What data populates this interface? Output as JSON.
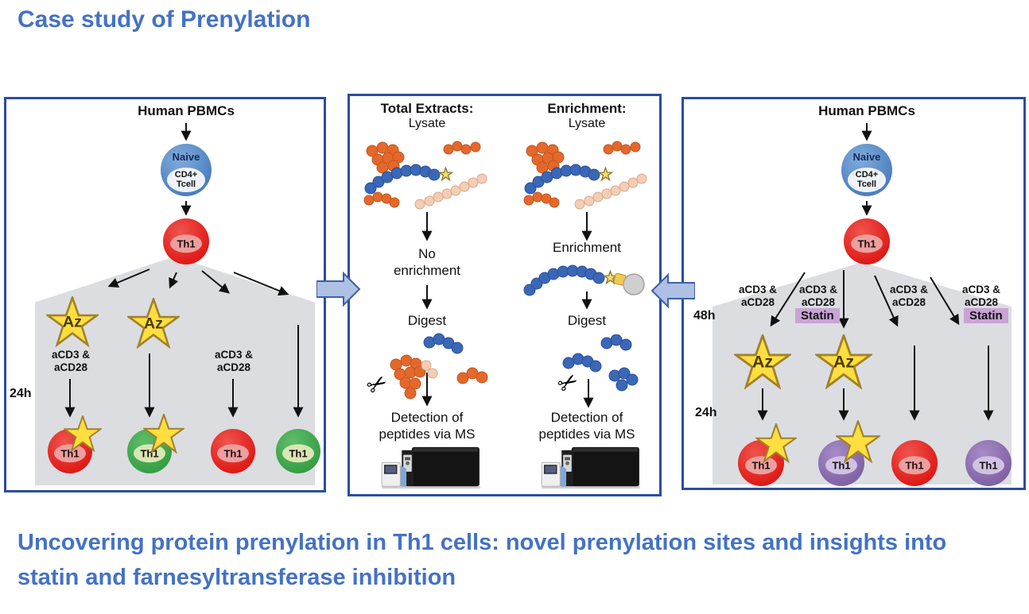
{
  "page": {
    "title": "Case study of Prenylation",
    "caption": "Uncovering protein prenylation in Th1 cells: novel prenylation sites and insights into statin and farnesyltransferase inhibition"
  },
  "colors": {
    "accent_blue": "#4472C4",
    "panel_border": "#2B4DA0",
    "gray_region": "#DBDDE1",
    "naive_blue": "#5B8CC8",
    "red_cell": "#E32421",
    "green_cell": "#3FA64F",
    "purple_cell": "#8E6CB0",
    "star_yellow": "#FFDE3F",
    "statin_bg": "#C9A3D6",
    "orange_bead": "#E4682B",
    "peach_bead": "#F4CDB4",
    "blue_bead": "#3A67B7",
    "block_arrow_fill": "#AEC0E4"
  },
  "panel_left": {
    "header": "Human PBMCs",
    "naive_title": "Naive",
    "naive_sub": "CD4+\nTcell",
    "th1_label": "Th1",
    "time_label": "24h",
    "star_label": "Az",
    "stim_label": "aCD3 &\naCD28",
    "cells": [
      {
        "label": "Th1",
        "variant": "red",
        "starred": true
      },
      {
        "label": "Th1",
        "variant": "green",
        "starred": true
      },
      {
        "label": "Th1",
        "variant": "red",
        "starred": false
      },
      {
        "label": "Th1",
        "variant": "green",
        "starred": false
      }
    ]
  },
  "panel_middle": {
    "left_column": {
      "header": "Total Extracts:",
      "sub": "Lysate",
      "step1": "No\nenrichment",
      "step2": "Digest",
      "step3": "Detection of\npeptides via MS"
    },
    "right_column": {
      "header": "Enrichment:",
      "sub": "Lysate",
      "step1": "Enrichment",
      "step2": "Digest",
      "step3": "Detection of\npeptides via MS"
    }
  },
  "panel_right": {
    "header": "Human PBMCs",
    "naive_title": "Naive",
    "naive_sub": "CD4+\nTcell",
    "th1_label": "Th1",
    "time_48": "48h",
    "time_24": "24h",
    "star_label": "Az",
    "stim_label": "aCD3 &\naCD28",
    "statin_label": "Statin",
    "cells": [
      {
        "label": "Th1",
        "variant": "red",
        "starred": true
      },
      {
        "label": "Th1",
        "variant": "purple",
        "starred": true
      },
      {
        "label": "Th1",
        "variant": "red",
        "starred": false
      },
      {
        "label": "Th1",
        "variant": "purple",
        "starred": false
      }
    ]
  }
}
